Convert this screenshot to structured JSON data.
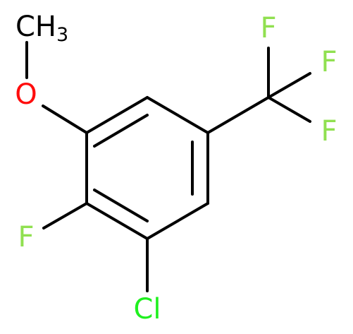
{
  "structure": {
    "atoms": {
      "methyl": {
        "text": "CH",
        "subscript": "3",
        "color": "#000000"
      },
      "oxygen": {
        "text": "O",
        "color": "#ff0d0d"
      },
      "fluorine_ring": {
        "text": "F",
        "color": "#90e050"
      },
      "chlorine": {
        "text": "Cl",
        "color": "#1ff01f"
      },
      "fluorine_cf3_top": {
        "text": "F",
        "color": "#90e050"
      },
      "fluorine_cf3_right": {
        "text": "F",
        "color": "#90e050"
      },
      "fluorine_cf3_bottom": {
        "text": "F",
        "color": "#90e050"
      }
    },
    "bond_color": "#000000"
  }
}
